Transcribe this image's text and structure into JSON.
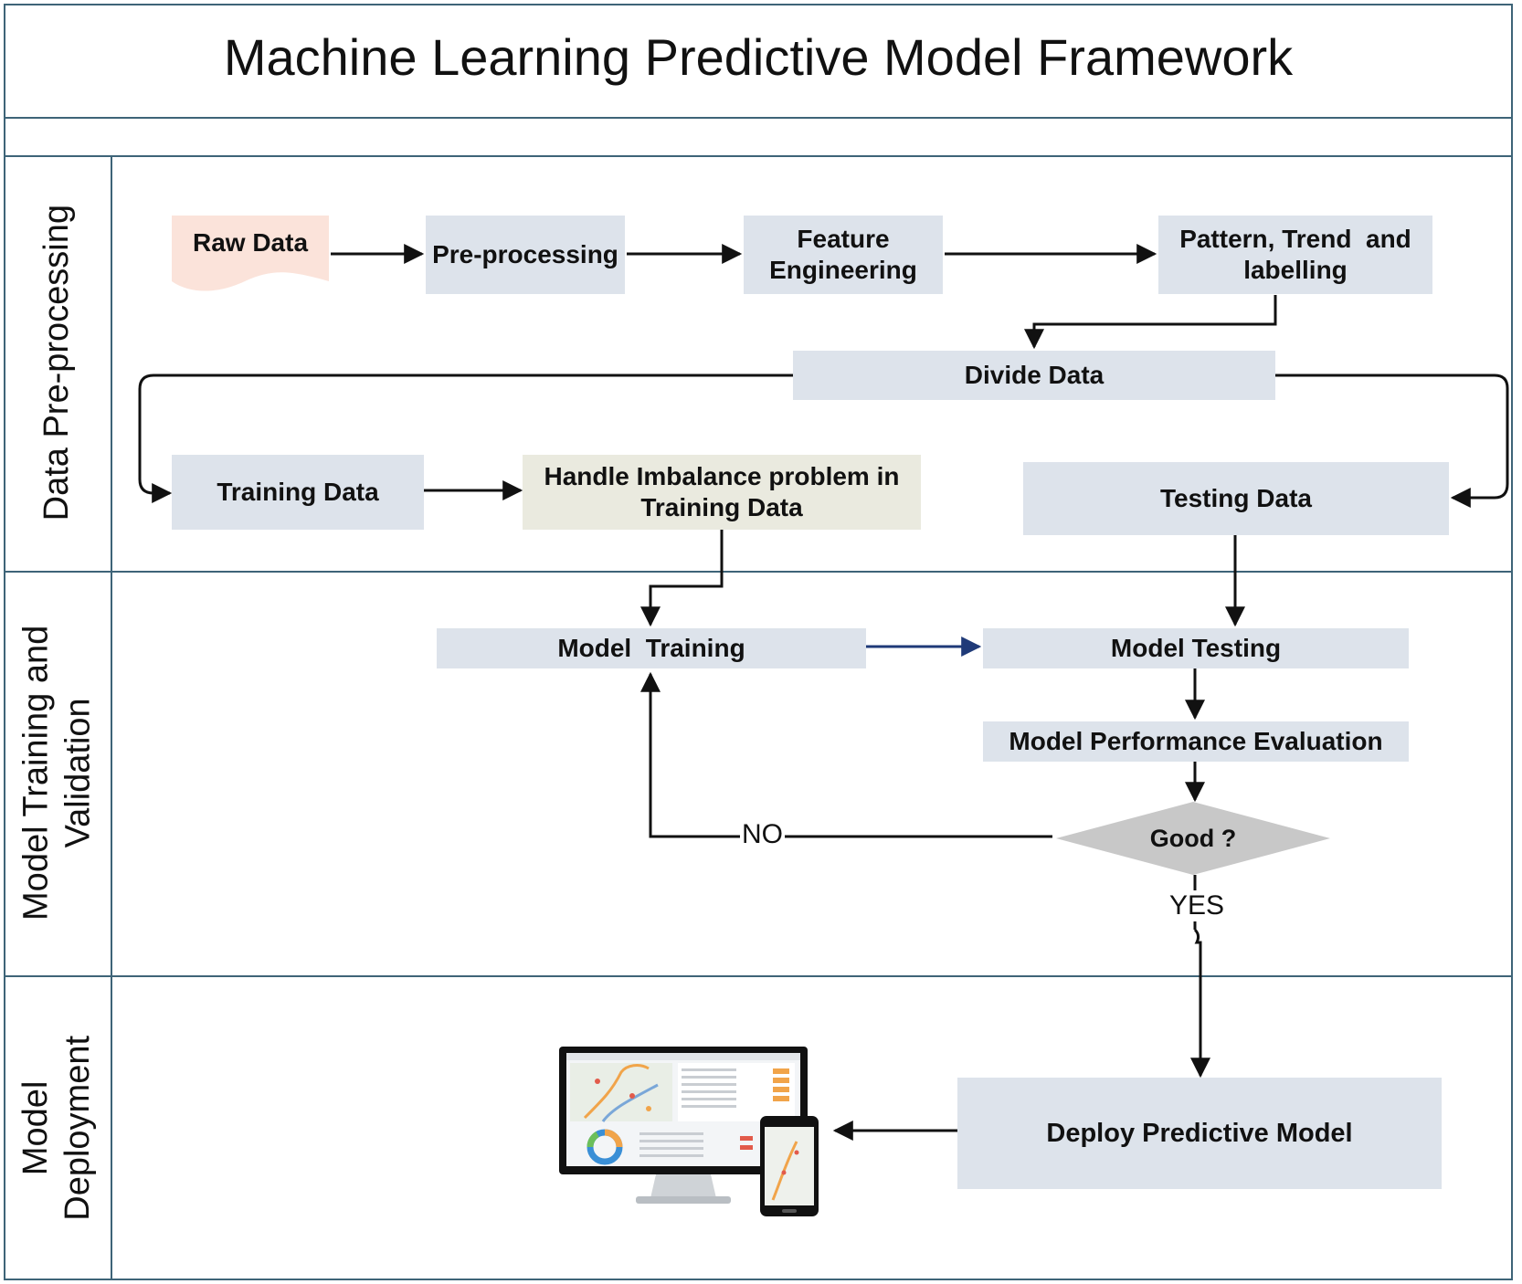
{
  "title": "Machine Learning Predictive Model Framework",
  "lanes": {
    "preprocessing": "Data Pre-processing",
    "training_line1": "Model Training and",
    "training_line2": "Validation",
    "deployment_line1": "Model",
    "deployment_line2": "Deployment"
  },
  "nodes": {
    "raw_data": "Raw Data",
    "pre_processing": "Pre-processing",
    "feature_engineering_line1": "Feature",
    "feature_engineering_line2": "Engineering",
    "pattern_line1": "Pattern, Trend  and",
    "pattern_line2": "labelling",
    "divide_data": "Divide Data",
    "training_data": "Training Data",
    "imbalance_line1": "Handle Imbalance problem in",
    "imbalance_line2": "Training Data",
    "testing_data": "Testing Data",
    "model_training": "Model  Training",
    "model_testing": "Model Testing",
    "performance_evaluation": "Model Performance Evaluation",
    "decision": "Good ?",
    "deploy": "Deploy Predictive Model"
  },
  "edge_labels": {
    "no": "NO",
    "yes": "YES"
  },
  "colors": {
    "box_fill": "#dde3eb",
    "imbalance_fill": "#eaeadf",
    "raw_data_fill": "#fbe3da",
    "decision_fill": "#c8c8c8",
    "lane_border": "#3e6478",
    "training_to_testing_arrow": "#1f3a78"
  },
  "icons": {
    "deployment_devices": "monitor-and-phone-dashboard-icon"
  }
}
